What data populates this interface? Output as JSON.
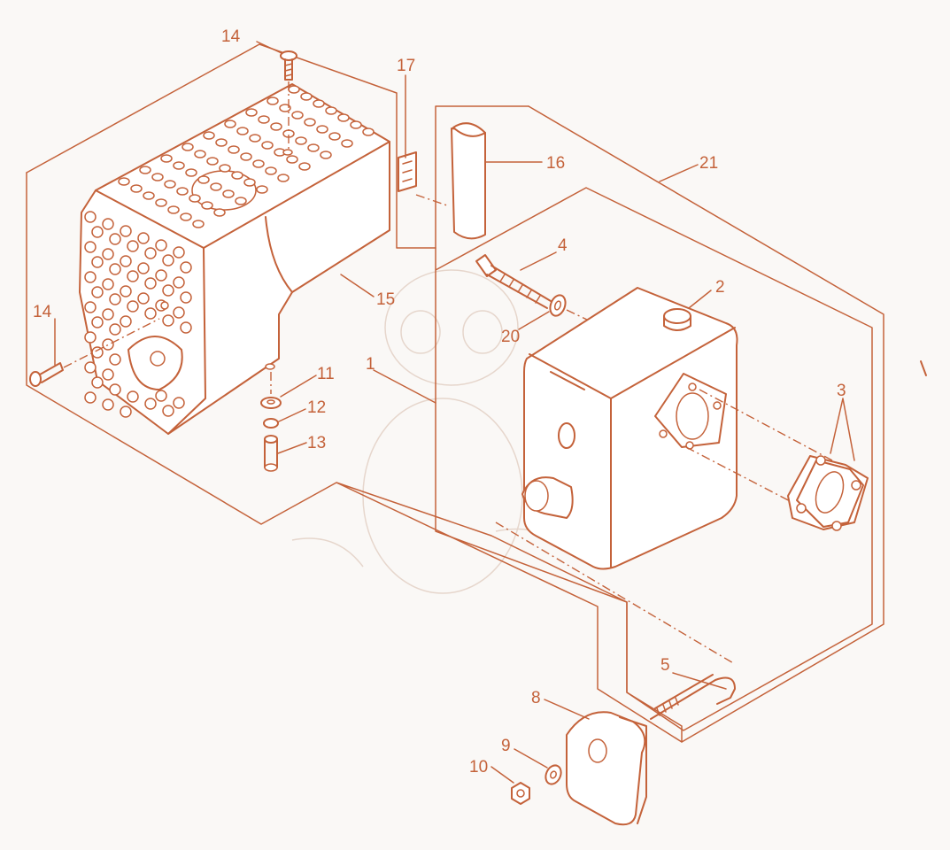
{
  "labels": {
    "p1": "1",
    "p2": "2",
    "p3": "3",
    "p4": "4",
    "p5": "5",
    "p8": "8",
    "p9": "9",
    "p10": "10",
    "p11": "11",
    "p12": "12",
    "p13": "13",
    "p14a": "14",
    "p14b": "14",
    "p15": "15",
    "p16": "16",
    "p17": "17",
    "p20": "20",
    "p21": "21"
  },
  "colors": {
    "line": "#c4623a",
    "background": "#faf8f6"
  }
}
